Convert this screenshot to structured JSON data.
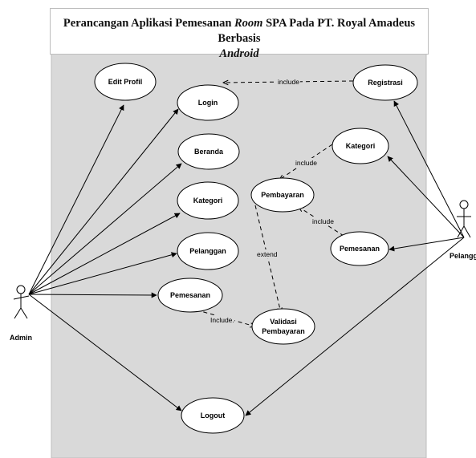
{
  "title": {
    "part1": "Perancangan Aplikasi Pemesanan ",
    "italic1": "Room",
    "part2": " SPA Pada PT. Royal Amadeus Berbasis",
    "italic2": "Android"
  },
  "actors": {
    "admin": "Admin",
    "pelanggan": "Pelanggan"
  },
  "use_cases": {
    "edit_profil": "Edit Profil",
    "login": "Login",
    "beranda": "Beranda",
    "kategori_admin": "Kategori",
    "pelanggan": "Pelanggan",
    "pemesanan_admin": "Pemesanan",
    "validasi_line1": "Validasi",
    "validasi_line2": "Pembayaran",
    "logout": "Logout",
    "registrasi": "Registrasi",
    "kategori_cust": "Kategori",
    "pembayaran": "Pembayaran",
    "pemesanan_cust": "Pemesanan"
  },
  "relations": {
    "include_registrasi": "include",
    "include_kategori": "include",
    "include_pemesanan": "include",
    "extend_pembayaran": "extend",
    "include_validasi": "Include."
  },
  "colors": {
    "system_bg": "#d9d9d9",
    "line": "#000000"
  }
}
